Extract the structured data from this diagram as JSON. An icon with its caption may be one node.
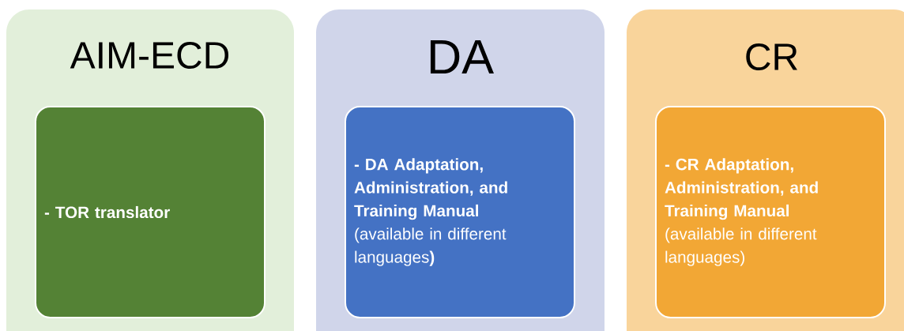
{
  "diagram": {
    "nodes": [
      {
        "text": [
          "AIM-ECD"
        ]
      },
      {
        "text": [
          "- TOR translator"
        ],
        "in": 0
      },
      {
        "text": [
          "DA"
        ]
      },
      {
        "text": [
          "- DA Adaptation, Administration, and Training Manual",
          "(available in different languages**)**"
        ],
        "in": 2
      },
      {
        "text": [
          "CR"
        ]
      },
      {
        "text": [
          "- CR Adaptation, Administration, and Training Manual",
          "(available in different languages)"
        ],
        "in": 4
      }
    ]
  }
}
